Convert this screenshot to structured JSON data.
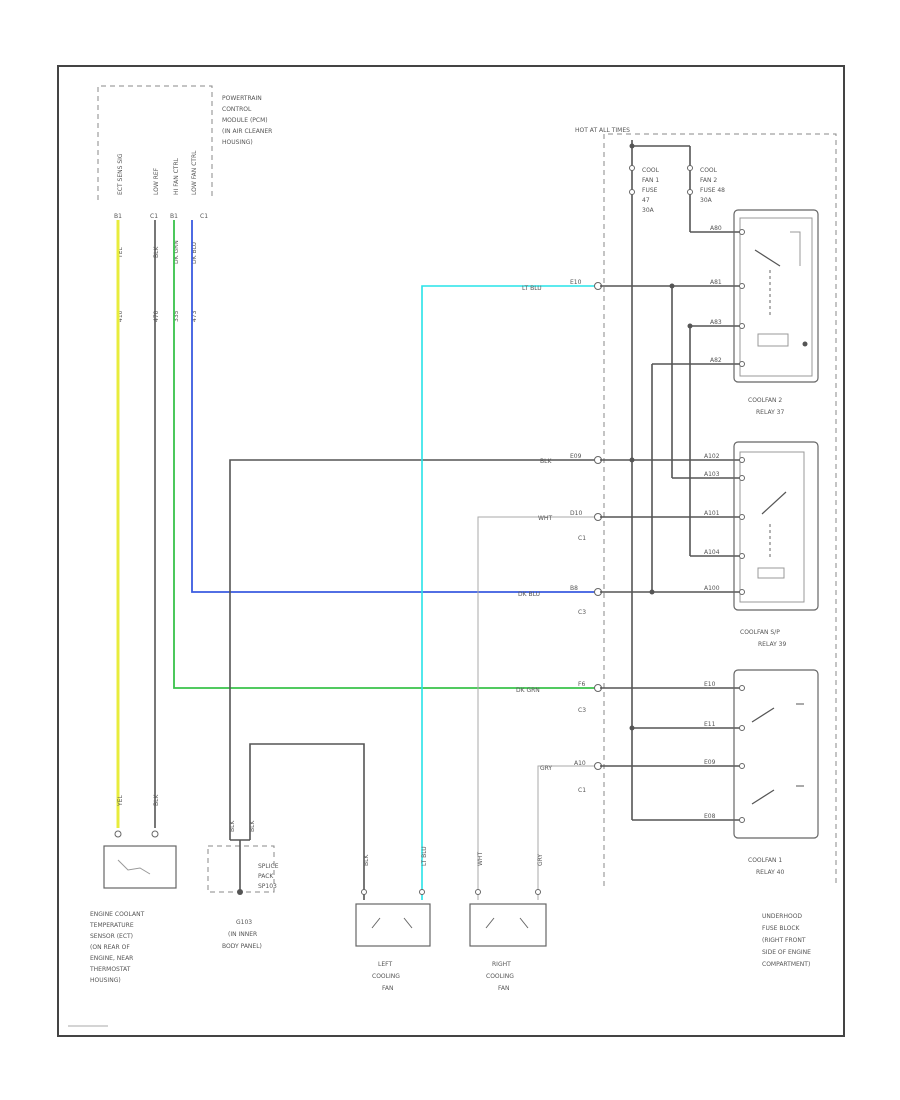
{
  "pcm": {
    "pins": [
      "ECT SENS SIG",
      "LOW REF",
      "HI FAN CTRL",
      "LOW FAN CTRL"
    ],
    "pin_ids": [
      "B1",
      "C1",
      "B1",
      "C1"
    ],
    "label": [
      "POWERTRAIN",
      "CONTROL",
      "MODULE (PCM)",
      "(IN AIR CLEANER",
      "HOUSING)"
    ],
    "wire_colors": [
      "YEL",
      "BLK",
      "DK GRN",
      "DK BLU"
    ],
    "wire_circuits": [
      "410",
      "470",
      "335",
      "473"
    ]
  },
  "fuse_block": {
    "hot_label": "HOT AT ALL TIMES",
    "fuse1": [
      "COOL",
      "FAN 1",
      "FUSE",
      "47",
      "30A"
    ],
    "fuse2": [
      "COOL",
      "FAN 2",
      "FUSE 48",
      "30A"
    ],
    "label": [
      "UNDERHOOD",
      "FUSE BLOCK",
      "(RIGHT FRONT",
      "SIDE OF ENGINE",
      "COMPARTMENT)"
    ]
  },
  "relays": {
    "relay2": {
      "label": [
        "COOLFAN 2",
        "RELAY 37"
      ],
      "pins": [
        "A80",
        "A81",
        "A83",
        "A82"
      ]
    },
    "relay_sp": {
      "label": [
        "COOLFAN S/P",
        "RELAY 39"
      ],
      "pins": [
        "A102",
        "A103",
        "A101",
        "A104",
        "A100"
      ]
    },
    "relay1": {
      "label": [
        "COOLFAN 1",
        "RELAY 40"
      ],
      "pins": [
        "E10",
        "E11",
        "E09",
        "E08"
      ]
    }
  },
  "connectors": [
    {
      "wire": "LT BLU",
      "pin": "E10"
    },
    {
      "wire": "BLK",
      "pin": "E09"
    },
    {
      "wire": "WHT",
      "pin": "D10",
      "conn": "C1"
    },
    {
      "wire": "DK BLU",
      "pin": "B8",
      "conn": "C3"
    },
    {
      "wire": "DK GRN",
      "pin": "F6",
      "conn": "C3"
    },
    {
      "wire": "GRY",
      "pin": "A10",
      "conn": "C1"
    }
  ],
  "ect": {
    "wires": [
      "YEL",
      "BLK"
    ],
    "label": [
      "ENGINE COOLANT",
      "TEMPERATURE",
      "SENSOR (ECT)",
      "(ON REAR OF",
      "ENGINE, NEAR",
      "THERMOSTAT",
      "HOUSING)"
    ]
  },
  "ground": {
    "wires": [
      "BLK",
      "BLK"
    ],
    "splice": [
      "SPLICE",
      "PACK",
      "SP103"
    ],
    "label": [
      "G103",
      "(IN INNER",
      "BODY PANEL)"
    ]
  },
  "left_fan": {
    "wires": [
      "BLK",
      "LT BLU"
    ],
    "label": [
      "LEFT",
      "COOLING",
      "FAN"
    ]
  },
  "right_fan": {
    "wires": [
      "WHT",
      "GRY"
    ],
    "label": [
      "RIGHT",
      "COOLING",
      "FAN"
    ]
  }
}
